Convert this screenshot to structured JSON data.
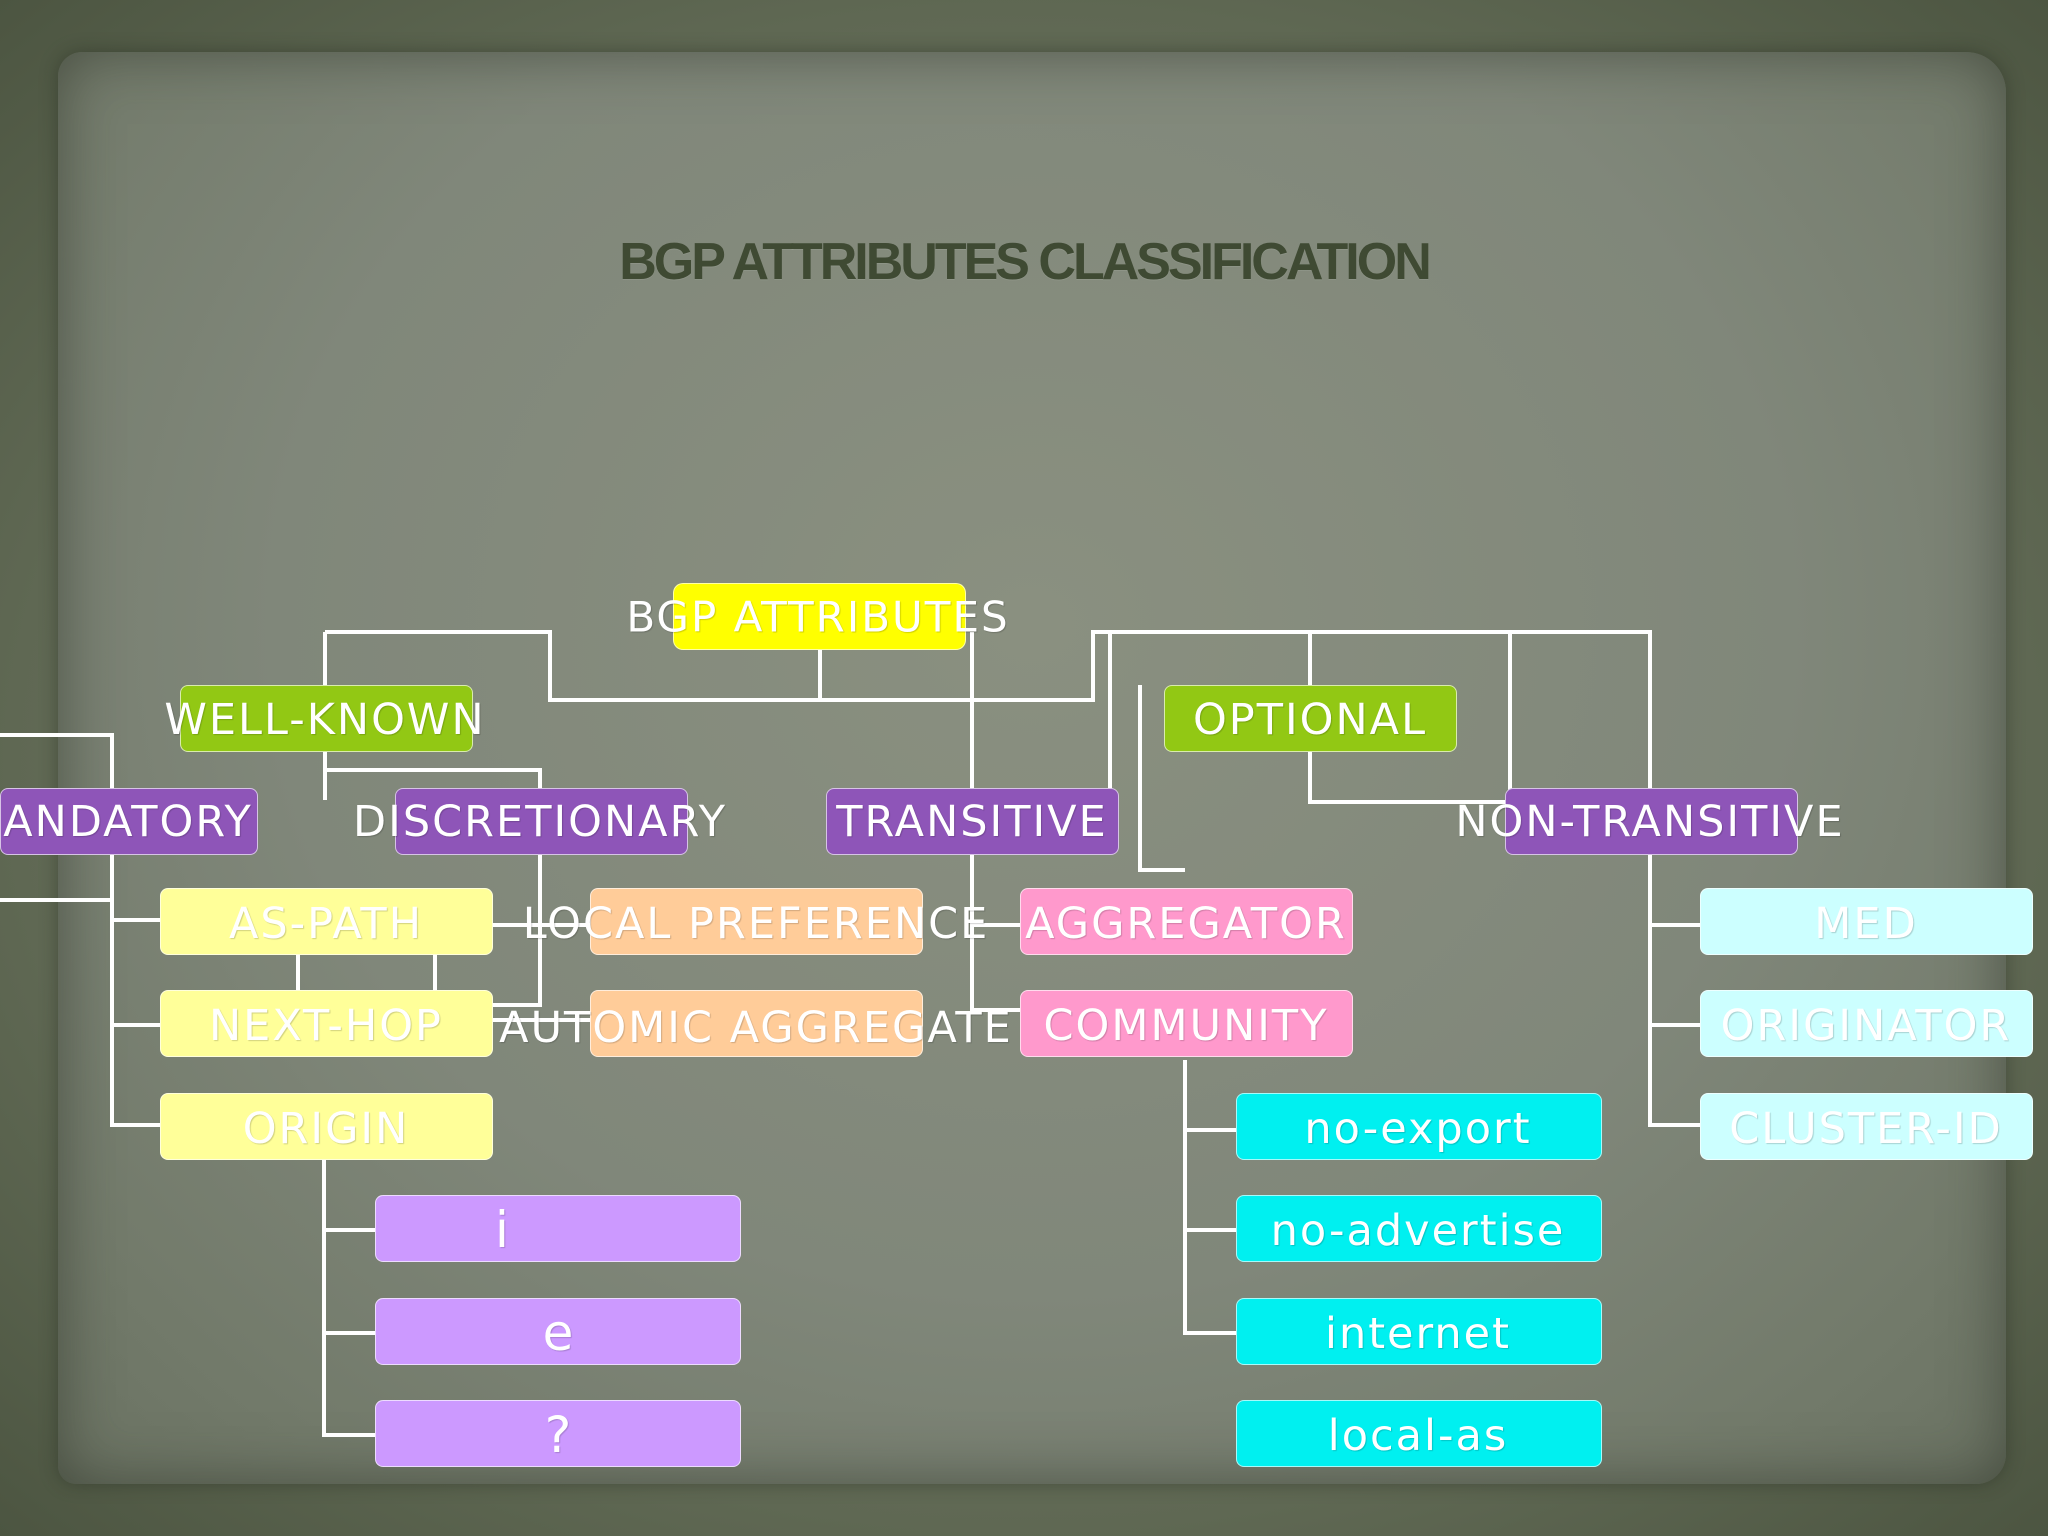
{
  "slide": {
    "title": "BGP ATTRIBUTES CLASSIFICATION"
  },
  "diagram": {
    "root": "BGP ATTRIBUTES",
    "well_known": "WELL-KNOWN",
    "optional": "OPTIONAL",
    "mandatory": "ANDATORY",
    "discretionary": "DISCRETIONARY",
    "transitive": "TRANSITIVE",
    "non_transitive": "NON-TRANSITIVE",
    "mandatory_items": [
      "AS-PATH",
      "NEXT-HOP",
      "ORIGIN"
    ],
    "origin_codes": [
      "i",
      "e",
      "?"
    ],
    "discretionary_items": [
      "LOCAL PREFERENCE",
      "AUTOMIC AGGREGATE"
    ],
    "transitive_items": [
      "AGGREGATOR",
      "COMMUNITY"
    ],
    "community_values": [
      "no-export",
      "no-advertise",
      "internet",
      "local-as"
    ],
    "non_transitive_items": [
      "MED",
      "ORIGINATOR",
      "CLUSTER-ID"
    ]
  },
  "colors": {
    "root": "#ffff00",
    "category": "#92c814",
    "subcategory": "#8e55b8",
    "mandatory_item": "#ffff99",
    "origin_code": "#cc99ff",
    "discretionary_item": "#ffcc99",
    "transitive_item": "#ff99cc",
    "community_value": "#00f0f0",
    "non_transitive_item": "#ccffff",
    "connector": "#ffffff"
  }
}
